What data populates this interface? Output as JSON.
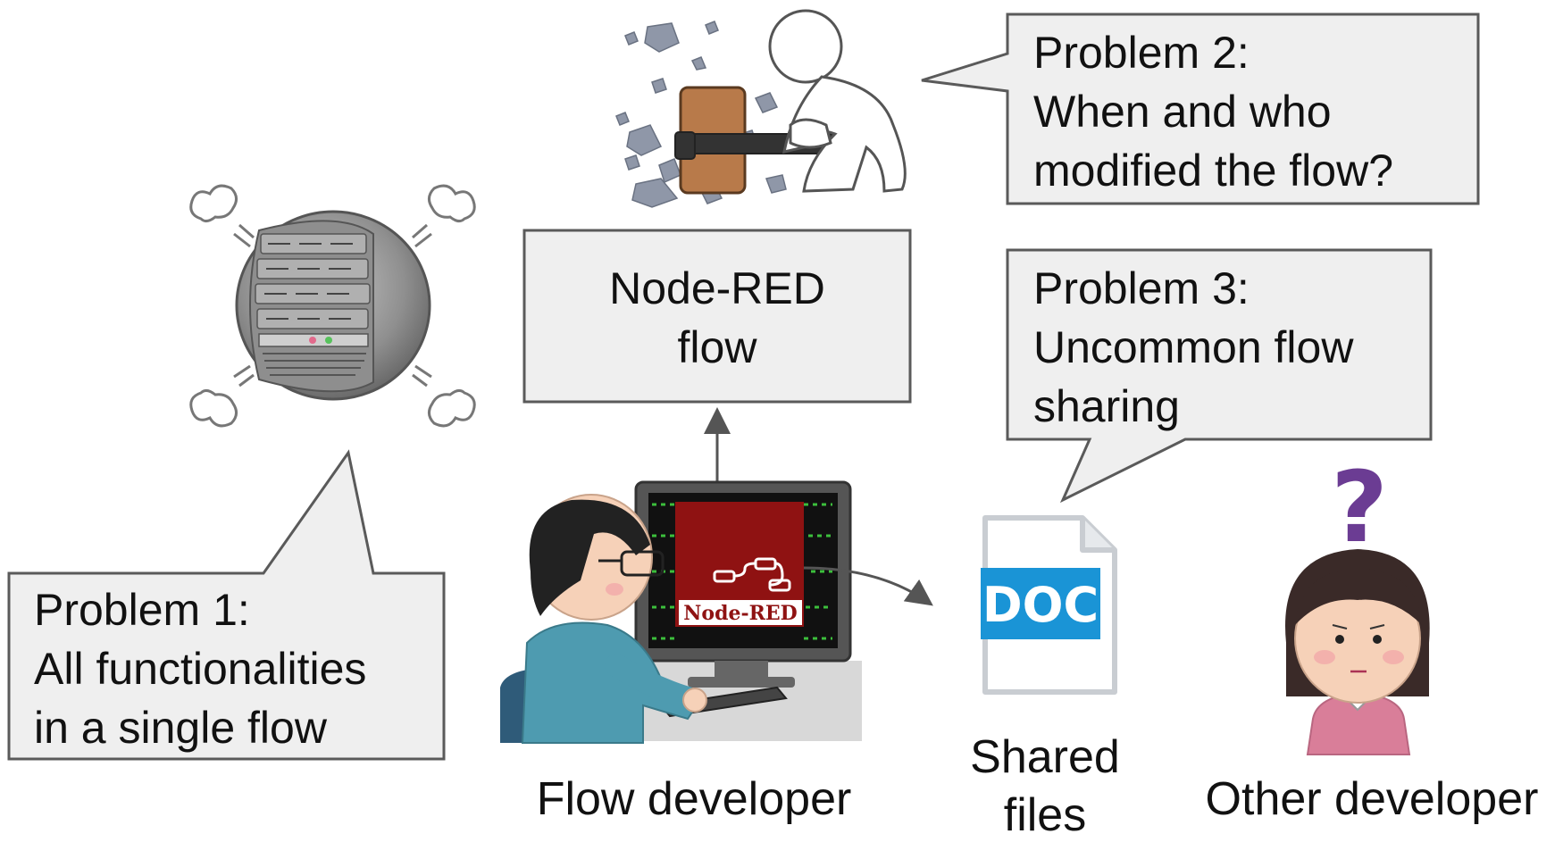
{
  "node_red_box": {
    "line1": "Node-RED",
    "line2": "flow"
  },
  "problem1": {
    "line1": "Problem 1:",
    "line2": "All functionalities",
    "line3": "in a single flow"
  },
  "problem2": {
    "line1": "Problem 2:",
    "line2": "When and who",
    "line3": "modified the flow?"
  },
  "problem3": {
    "line1": "Problem 3:",
    "line2": "Uncommon flow",
    "line3": "sharing"
  },
  "labels": {
    "flow_developer": "Flow developer",
    "shared_files_line1": "Shared",
    "shared_files_line2": "files",
    "other_developer": "Other developer"
  },
  "screen": {
    "logo_text": "Node-RED"
  },
  "document_icon": {
    "badge_text": "DOC"
  },
  "question_mark": "?",
  "colors": {
    "box_fill": "#efefef",
    "box_stroke": "#5a5a5a",
    "node_red_red": "#8f1212",
    "doc_blue": "#1a94d6",
    "question_purple": "#6b3c93",
    "shirt_teal": "#4e9bb0",
    "shirt_pink": "#d97e99"
  },
  "icons": [
    "overloaded-server-icon",
    "hammer-worker-icon",
    "flow-developer-icon",
    "document-icon",
    "other-developer-icon"
  ]
}
